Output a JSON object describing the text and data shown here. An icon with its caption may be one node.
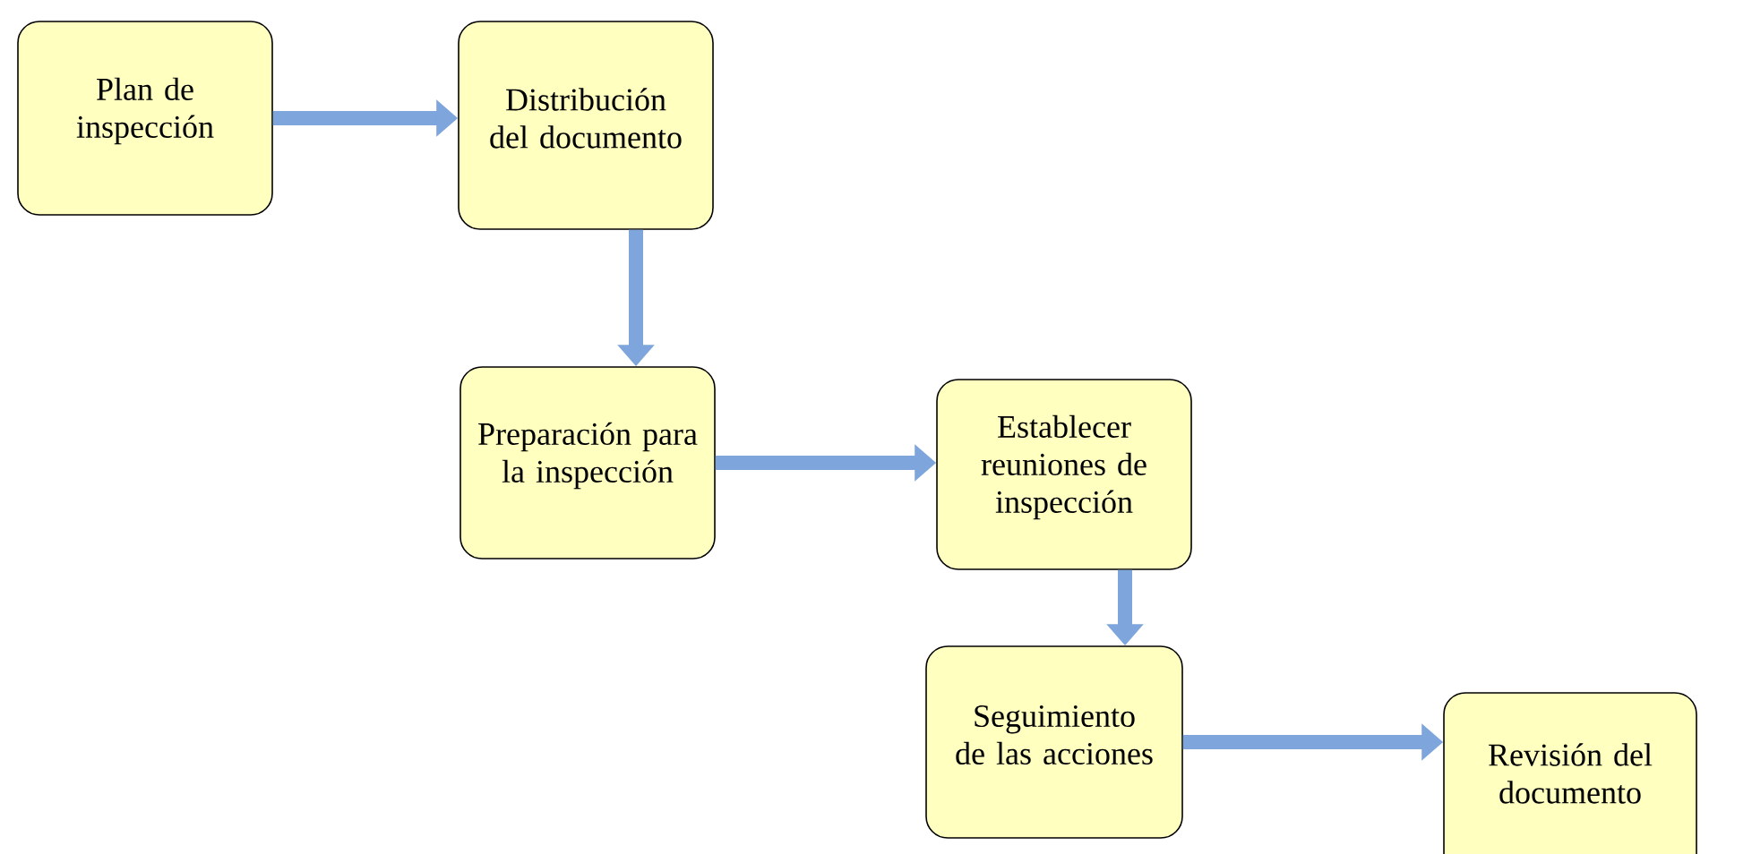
{
  "diagram": {
    "nodes": [
      {
        "text": [
          "Plan de inspección"
        ]
      },
      {
        "text": [
          "Distribución del documento"
        ]
      },
      {
        "text": [
          "Preparación para la inspección"
        ]
      },
      {
        "text": [
          "Establecer reuniones de inspección"
        ]
      },
      {
        "text": [
          "Seguimiento de las acciones"
        ]
      },
      {
        "text": [
          "Revisión del documento"
        ]
      }
    ],
    "edges": [
      {
        "from": 0,
        "to": 1,
        "arrow": "to"
      },
      {
        "from": 1,
        "to": 2,
        "arrow": "to"
      },
      {
        "from": 2,
        "to": 3,
        "arrow": "to"
      },
      {
        "from": 3,
        "to": 4,
        "arrow": "to"
      },
      {
        "from": 4,
        "to": 5,
        "arrow": "to"
      }
    ]
  }
}
